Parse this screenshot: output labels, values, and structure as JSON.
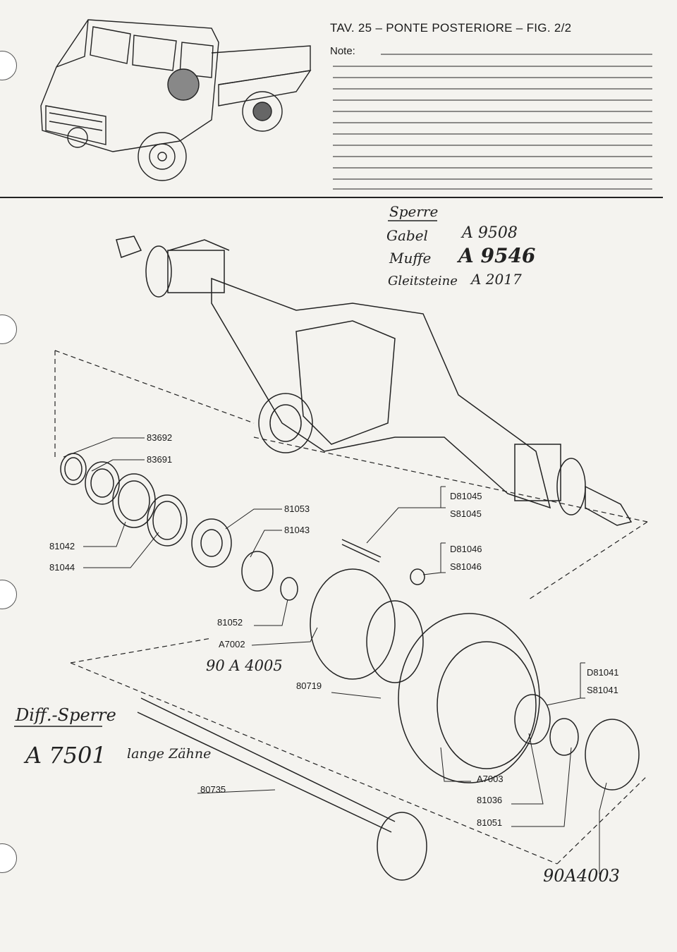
{
  "header": {
    "title": "TAV. 25 – PONTE POSTERIORE   – FIG. 2/2",
    "note_label": "Note:"
  },
  "handwritten": {
    "sperre": "Sperre",
    "gabel_label": "Gabel",
    "gabel_code": "A 9508",
    "muffe_label": "Muffe",
    "muffe_code": "A 9546",
    "gleitsteine_label": "Gleitsteine",
    "gleitsteine_code": "A 2017",
    "hub_note": "90 A 4005",
    "diff_sperre": "Diff.-Sperre",
    "diff_code": "A 7501",
    "lange_zahne": "lange Zähne",
    "gasket_note": "90A4003"
  },
  "part_labels": {
    "p83692": "83692",
    "p83691": "83691",
    "p81042": "81042",
    "p81044": "81044",
    "p81053": "81053",
    "p81043": "81043",
    "d81045": "D81045",
    "s81045": "S81045",
    "d81046": "D81046",
    "s81046": "S81046",
    "p81052": "81052",
    "a7002": "A7002",
    "p80719": "80719",
    "d81041": "D81041",
    "s81041": "S81041",
    "a7003": "A7003",
    "p81036": "81036",
    "p81051": "81051",
    "p80735": "80735"
  }
}
